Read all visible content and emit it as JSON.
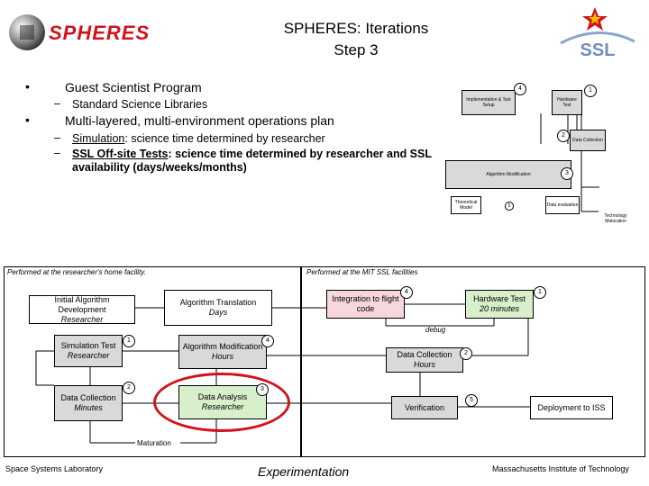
{
  "header": {
    "logo_text": "SPHERES",
    "title_line1": "SPHERES: Iterations",
    "title_line2": "Step 3",
    "right_logo_text": "SSL"
  },
  "bullets": [
    {
      "text": "Guest Scientist Program",
      "sub": [
        "Standard Science Libraries"
      ]
    },
    {
      "text": "Multi-layered, multi-environment operations plan",
      "sub": [
        "Simulation: science time determined by researcher",
        "SSL Off-site Tests: science time determined by researcher and SSL availability (days/weeks/months)"
      ]
    }
  ],
  "sub_labels": {
    "simulation": "Simulation",
    "simulation_rest": ": science time determined by researcher",
    "offsite": "SSL Off-site Tests",
    "offsite_rest": ": science time determined by researcher and SSL",
    "offsite_line2": "availability (days/weeks/months)"
  },
  "mini_diagram": {
    "impl": "Implementation & Test Setup",
    "hardware": "Hardware Test",
    "data_collection": "Data Collection",
    "algorithm": "Algorithm Modification",
    "theoretical": "Theoretical Model",
    "data_eval": "Data evaluation",
    "tech_maturation": "Technology Maturation",
    "nums": {
      "n1": "1",
      "n2": "2",
      "n3": "3",
      "n4": "4",
      "n5": "5"
    }
  },
  "panels": {
    "home": "Performed at the researcher's home facility.",
    "ssl": "Performed at the MIT SSL facilities"
  },
  "flow": {
    "initial_dev": "Initial Algorithm Development",
    "initial_dev_sub": "Researcher",
    "translation": "Algorithm Translation",
    "translation_sub": "Days",
    "integration": "Integration to flight code",
    "hardware_test": "Hardware Test",
    "hardware_sub": "20 minutes",
    "debug": "debug",
    "sim_test": "Simulation Test",
    "sim_sub": "Researcher",
    "alg_mod": "Algorithm Modification",
    "alg_mod_sub": "Hours",
    "data_coll_ssl": "Data Collection",
    "data_coll_ssl_sub": "Hours",
    "data_coll_home": "Data Collection",
    "data_coll_home_sub": "Minutes",
    "data_analysis": "Data Analysis",
    "data_analysis_sub": "Researcher",
    "verification": "Verification",
    "deployment": "Deployment to ISS",
    "maturation": "Maturation",
    "nums": {
      "sim": "1",
      "alg": "4",
      "dch": "2",
      "da": "3",
      "int": "4",
      "hw": "1",
      "dcs": "2",
      "ver": "5"
    }
  },
  "footer": {
    "left": "Space Systems Laboratory",
    "center": "Experimentation",
    "right": "Massachusetts Institute of Technology"
  },
  "colors": {
    "highlight": "#d1121b",
    "gray_box": "#d9d9d9",
    "pink_box": "#f7d6dc",
    "green_box": "#d7f0cb"
  }
}
